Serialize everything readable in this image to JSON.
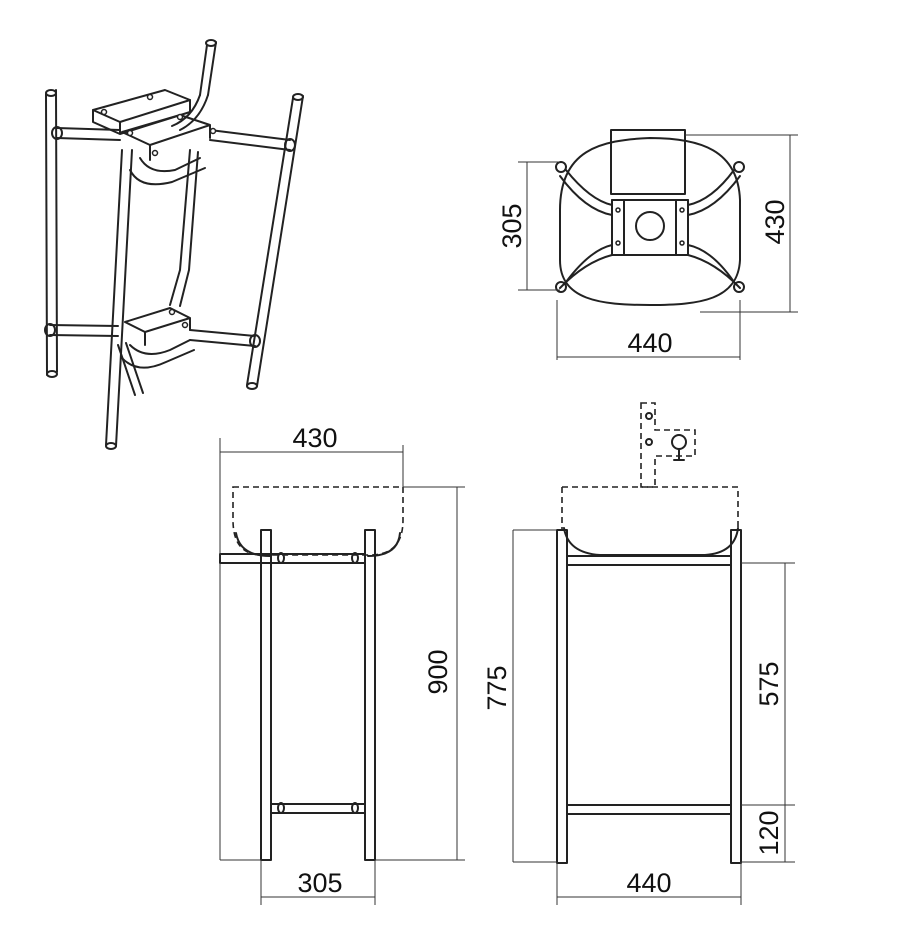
{
  "views": {
    "top": {
      "depth_inner": "305",
      "depth_outer": "430",
      "width": "440"
    },
    "side": {
      "top_width": "430",
      "height": "900",
      "base_width": "305"
    },
    "front": {
      "frame_height": "775",
      "inner_height": "575",
      "bottom_bar": "120",
      "width": "440"
    }
  },
  "colors": {
    "line": "#222222",
    "background": "#ffffff"
  }
}
